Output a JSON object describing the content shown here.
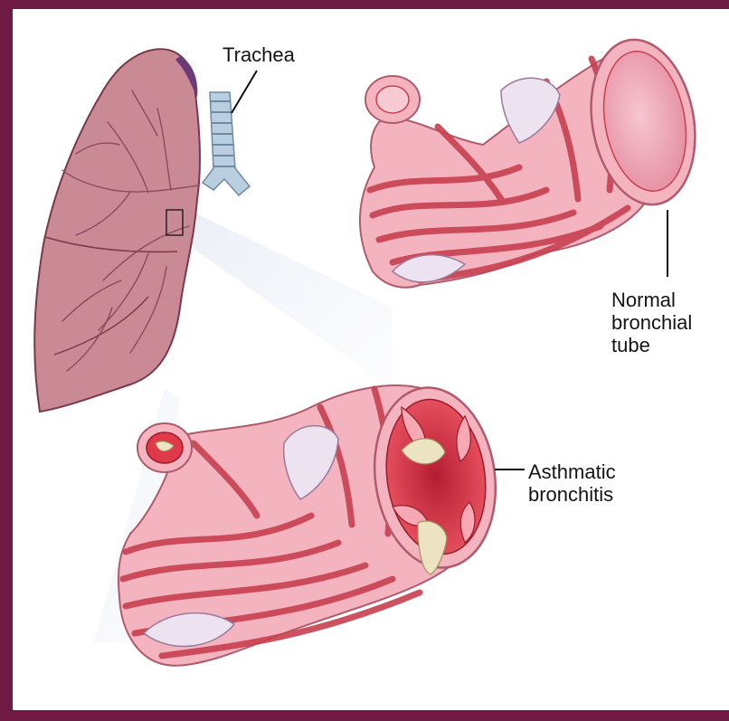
{
  "labels": {
    "trachea": "Trachea",
    "normal_line1": "Normal",
    "normal_line2": "bronchial",
    "normal_line3": "tube",
    "asthmatic_line1": "Asthmatic",
    "asthmatic_line2": "bronchitis"
  },
  "colors": {
    "frame": "#6e1a43",
    "background": "#ffffff",
    "lung": "#c98a95",
    "bronchial_wall": "#f3b4c0",
    "muscle_band": "#c8404f",
    "inflamed_lumen": "#e03a4a",
    "mucus": "#ece3c2",
    "trachea": "#b9cfe0"
  },
  "icons": [
    "lung-illustration",
    "trachea-illustration",
    "normal-bronchial-tube",
    "asthmatic-bronchial-tube",
    "mucus-plug"
  ]
}
